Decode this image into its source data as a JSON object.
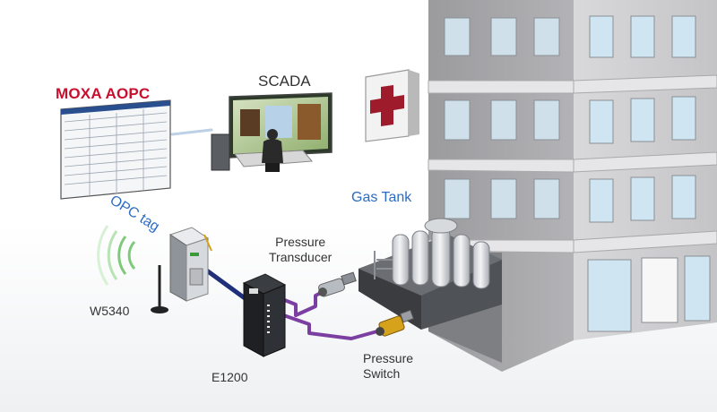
{
  "labels": {
    "moxa_aopc": "MOXA AOPC",
    "scada": "SCADA",
    "opc_tag": "OPC tag",
    "gas_tank": "Gas Tank",
    "pressure_transducer_line1": "Pressure",
    "pressure_transducer_line2": "Transducer",
    "pressure_switch_line1": "Pressure",
    "pressure_switch_line2": "Switch",
    "w5340": "W5340",
    "e1200": "E1200"
  },
  "colors": {
    "brand_red": "#c8102e",
    "accent_blue": "#2b6cc4",
    "cable_purple": "#7a3fa0",
    "cable_navy": "#1f2f7a",
    "building_gray": "#c9c9cb",
    "window_blue": "#cfe6f2",
    "hospital_cross": "#9e1b2b"
  },
  "icons": [
    "hospital-cross-icon",
    "wireless-signal-icon",
    "antenna-icon"
  ]
}
